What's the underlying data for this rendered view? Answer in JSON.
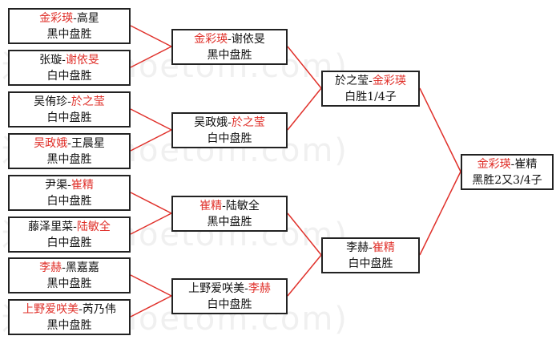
{
  "watermark": "弘通围棋(hoetom.com)",
  "colors": {
    "winner": "#e0302a",
    "line": "#e0302a",
    "border": "#222222",
    "text": "#111111"
  },
  "matches": {
    "r1_1": {
      "left": "金彩瑛",
      "right": "高星",
      "winner": "left",
      "result": "黑中盘胜"
    },
    "r1_2": {
      "left": "张璇",
      "right": "谢依旻",
      "winner": "right",
      "result": "白中盘胜"
    },
    "r1_3": {
      "left": "吴侑珍",
      "right": "於之莹",
      "winner": "right",
      "result": "白中盘胜"
    },
    "r1_4": {
      "left": "吴政娥",
      "right": "王晨星",
      "winner": "left",
      "result": "黑中盘胜"
    },
    "r1_5": {
      "left": "尹渠",
      "right": "崔精",
      "winner": "right",
      "result": "白中盘胜"
    },
    "r1_6": {
      "left": "藤泽里菜",
      "right": "陆敏全",
      "winner": "right",
      "result": "白中盘胜"
    },
    "r1_7": {
      "left": "李赫",
      "right": "黑嘉嘉",
      "winner": "left",
      "result": "黑中盘胜"
    },
    "r1_8": {
      "left": "上野爱咲美",
      "right": "芮乃伟",
      "winner": "left",
      "result": "黑中盘胜"
    },
    "r2_1": {
      "left": "金彩瑛",
      "right": "谢依旻",
      "winner": "left",
      "result": "黑中盘胜"
    },
    "r2_2": {
      "left": "吴政娥",
      "right": "於之莹",
      "winner": "right",
      "result": "白中盘胜"
    },
    "r2_3": {
      "left": "崔精",
      "right": "陆敏全",
      "winner": "left",
      "result": "黑中盘胜"
    },
    "r2_4": {
      "left": "上野爱咲美",
      "right": "李赫",
      "winner": "right",
      "result": "白中盘胜"
    },
    "r3_1": {
      "left": "於之莹",
      "right": "金彩瑛",
      "winner": "right",
      "result": "白胜1/4子"
    },
    "r3_2": {
      "left": "李赫",
      "right": "崔精",
      "winner": "right",
      "result": "白中盘胜"
    },
    "final": {
      "left": "金彩瑛",
      "right": "崔精",
      "winner": "left",
      "result": "黑胜2又3/4子"
    }
  }
}
